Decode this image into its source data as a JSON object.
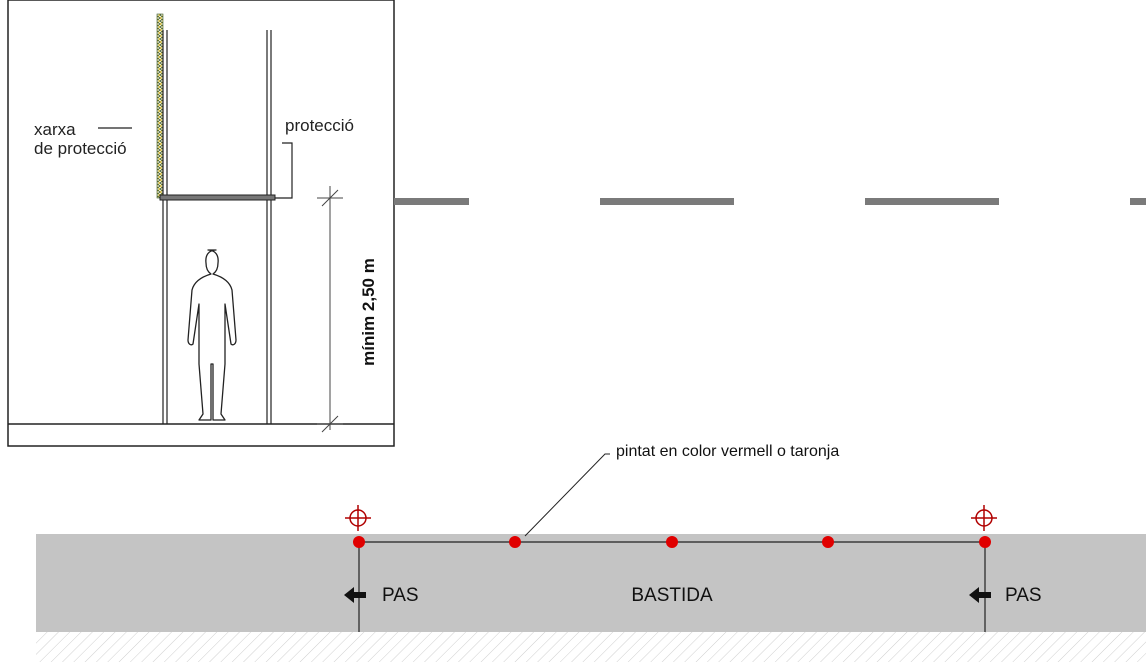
{
  "section_view": {
    "net_label_line1": "xarxa",
    "net_label_line2": "de protecció",
    "protection_label": "protecció",
    "height_label": "mínim 2,50 m"
  },
  "plan_view": {
    "paint_note": "pintat en color vermell o taronja",
    "scaffold_label": "BASTIDA",
    "passage_left_label": "PAS",
    "passage_right_label": "PAS",
    "red_marker_count": 5,
    "target_marker_count": 2
  },
  "colors": {
    "paint_marker": "#e00000",
    "target_marker": "#b00000",
    "pavement": "#c4c4c4",
    "road_marking": "#7a7a7a",
    "net": "#c8b23a"
  }
}
